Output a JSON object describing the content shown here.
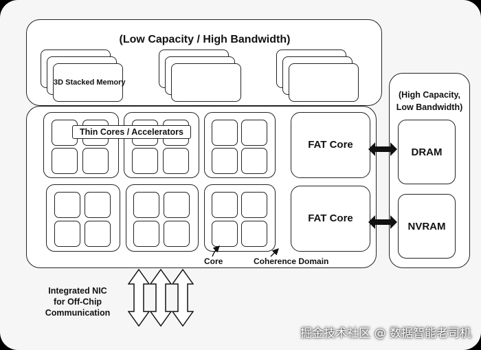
{
  "stacked_memory": {
    "title": "(Low Capacity / High Bandwidth)",
    "card_label": "3D Stacked Memory"
  },
  "chip": {
    "thin_cores_label": "Thin Cores / Accelerators",
    "fat_core_1": "FAT Core",
    "fat_core_2": "FAT Core",
    "core_label": "Core",
    "coherence_label": "Coherence Domain"
  },
  "external_memory": {
    "title_line1": "(High Capacity,",
    "title_line2": "Low Bandwidth)",
    "dram": "DRAM",
    "nvram": "NVRAM"
  },
  "nic": {
    "line1": "Integrated NIC",
    "line2": "for Off-Chip",
    "line3": "Communication"
  },
  "watermark": "掘金技术社区 @ 数据智能老司机"
}
